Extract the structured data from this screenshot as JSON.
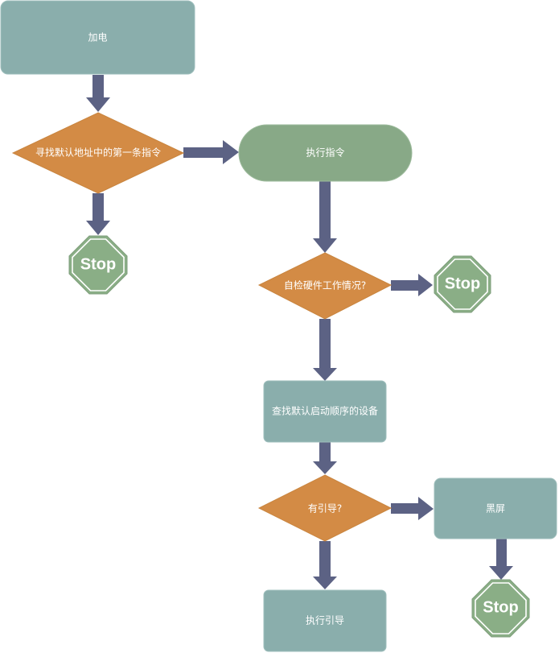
{
  "nodes": {
    "power_on": "加电",
    "find_first_instruction": "寻找默认地址中的第一条指令",
    "execute_instruction": "执行指令",
    "self_check": "自检硬件工作情况?",
    "find_boot_device": "查找默认启动顺序的设备",
    "has_boot": "有引导?",
    "execute_boot": "执行引导",
    "black_screen": "黑屏"
  },
  "stop_label": "Stop",
  "colors": {
    "process_teal": "#8aaeac",
    "terminal_green": "#88a987",
    "decision_orange": "#d38b45",
    "stop_green": "#8aae86",
    "arrow": "#5c6284"
  }
}
